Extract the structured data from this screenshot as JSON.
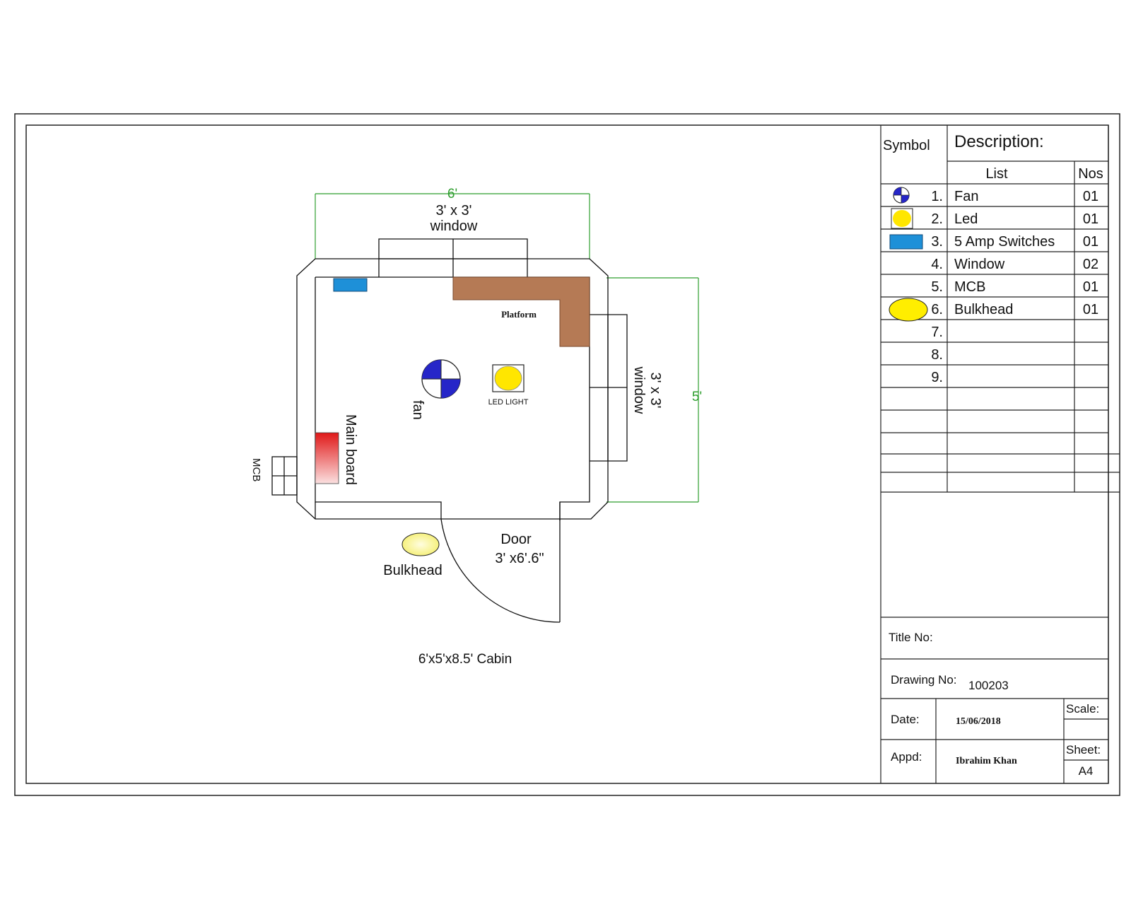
{
  "plan": {
    "dim_top": "6'",
    "dim_right": "5'",
    "top_window_line1": "3' x 3'",
    "top_window_line2": "window",
    "right_window_line1": "3' x 3'",
    "right_window_line2": "window",
    "platform": "Platform",
    "fan": "fan",
    "led_light": "LED LIGHT",
    "main_board": "Main board",
    "mcb": "MCB",
    "door_line1": "Door",
    "door_line2": "3' x6'.6\"",
    "bulkhead": "Bulkhead",
    "caption": "6'x5'x8.5' Cabin"
  },
  "legend": {
    "symbol_header": "Symbol",
    "description_header": "Description:",
    "list_header": "List",
    "nos_header": "Nos",
    "rows": [
      {
        "num": "1.",
        "item": "Fan",
        "nos": "01",
        "icon": "fan-icon"
      },
      {
        "num": "2.",
        "item": "Led",
        "nos": "01",
        "icon": "led-icon"
      },
      {
        "num": "3.",
        "item": "5 Amp Switches",
        "nos": "01",
        "icon": "switch-icon"
      },
      {
        "num": "4.",
        "item": "Window",
        "nos": "02",
        "icon": ""
      },
      {
        "num": "5.",
        "item": "MCB",
        "nos": "01",
        "icon": ""
      },
      {
        "num": "6.",
        "item": "Bulkhead",
        "nos": "01",
        "icon": "bulkhead-icon"
      },
      {
        "num": "7.",
        "item": "",
        "nos": ""
      },
      {
        "num": "8.",
        "item": "",
        "nos": ""
      },
      {
        "num": "9.",
        "item": "",
        "nos": ""
      }
    ]
  },
  "title_block": {
    "title_no_label": "Title No:",
    "drawing_no_label": "Drawing No:",
    "drawing_no": "100203",
    "date_label": "Date:",
    "date": "15/06/2018",
    "scale_label": "Scale:",
    "appd_label": "Appd:",
    "appd": "Ibrahim Khan",
    "sheet_label": "Sheet:",
    "sheet": "A4"
  },
  "colors": {
    "dimension": "#2e9e2e",
    "platform": "#b57a55",
    "switch": "#1e90d8",
    "led": "#ffe600",
    "main_board": "#e01818",
    "fan": "#2626c8"
  }
}
